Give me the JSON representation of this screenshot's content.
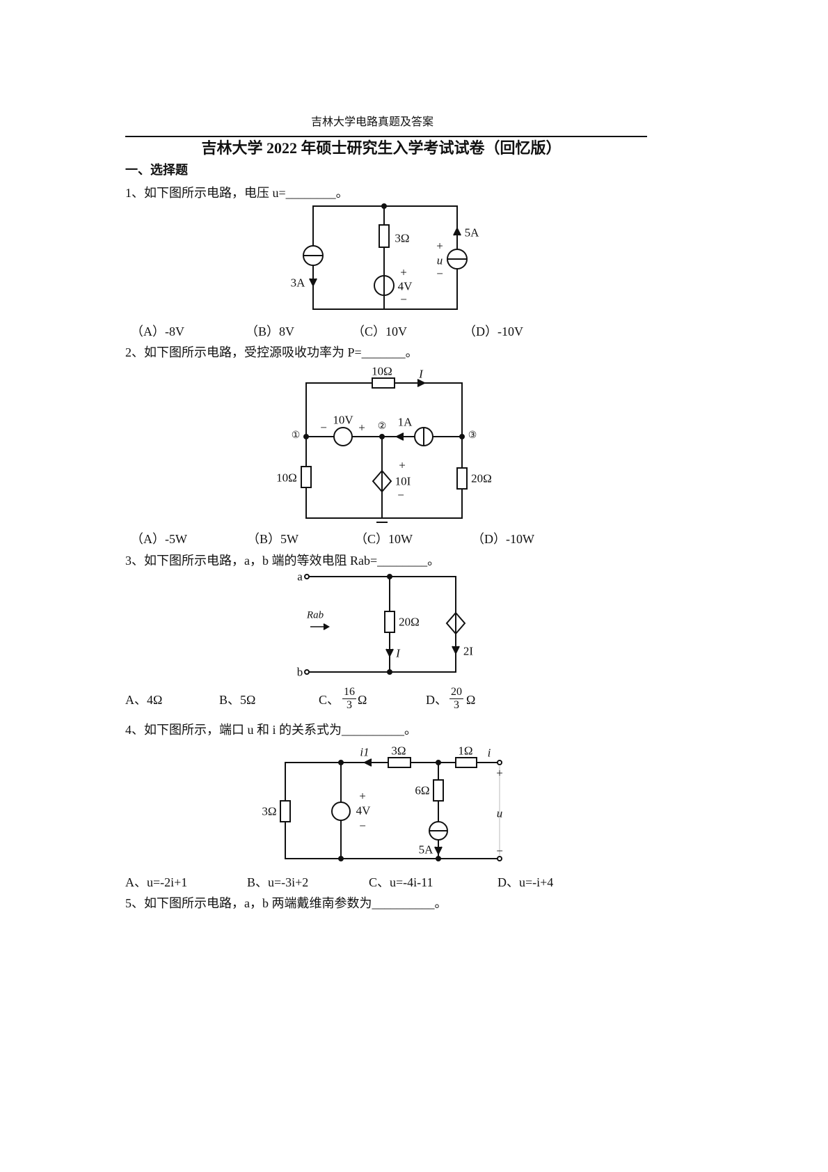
{
  "header": "吉林大学电路真题及答案",
  "title": "吉林大学 2022 年硕士研究生入学考试试卷（回忆版）",
  "section": "一、选择题",
  "questions": [
    {
      "text": "1、如下图所示电路，电压 u=________。",
      "labels": {
        "r": "3Ω",
        "i_left": "3A",
        "i_right": "5A",
        "v": "4V",
        "plus": "+",
        "minus": "−",
        "u": "u"
      },
      "options": [
        "（A）-8V",
        "（B）8V",
        "（C）10V",
        "（D）-10V"
      ]
    },
    {
      "text": "2、如下图所示电路，受控源吸收功率为 P=_______。",
      "labels": {
        "r_top": "10Ω",
        "I": "I",
        "v": "10V",
        "i_src": "1A",
        "n1": "①",
        "n2": "②",
        "n3": "③",
        "r_left": "10Ω",
        "r_right": "20Ω",
        "dep": "10I",
        "plus": "+",
        "minus": "−"
      },
      "options": [
        "（A）-5W",
        "（B）5W",
        "（C）10W",
        "（D）-10W"
      ]
    },
    {
      "text": "3、如下图所示电路，a，b 端的等效电阻 Rab=________。",
      "labels": {
        "a": "a",
        "b": "b",
        "rab": "Rab",
        "r": "20Ω",
        "I": "I",
        "dep": "2I"
      },
      "options": [
        "A、4Ω",
        "B、5Ω",
        "C、",
        "D、"
      ],
      "fractions": [
        {
          "num": "16",
          "den": "3",
          "unit": "Ω"
        },
        {
          "num": "20",
          "den": "3",
          "unit": "Ω"
        }
      ]
    },
    {
      "text": "4、如下图所示，端口 u 和 i 的关系式为__________。",
      "labels": {
        "i1": "i1",
        "r_mid": "3Ω",
        "r_right": "1Ω",
        "i": "i",
        "r_6": "6Ω",
        "r_left": "3Ω",
        "v": "4V",
        "i_src": "5A",
        "u": "u",
        "plus": "+",
        "minus": "−"
      },
      "options": [
        "A、u=-2i+1",
        "B、u=-3i+2",
        "C、u=-4i-11",
        "D、u=-i+4"
      ]
    },
    {
      "text": "5、如下图所示电路，a，b 两端戴维南参数为__________。"
    }
  ]
}
